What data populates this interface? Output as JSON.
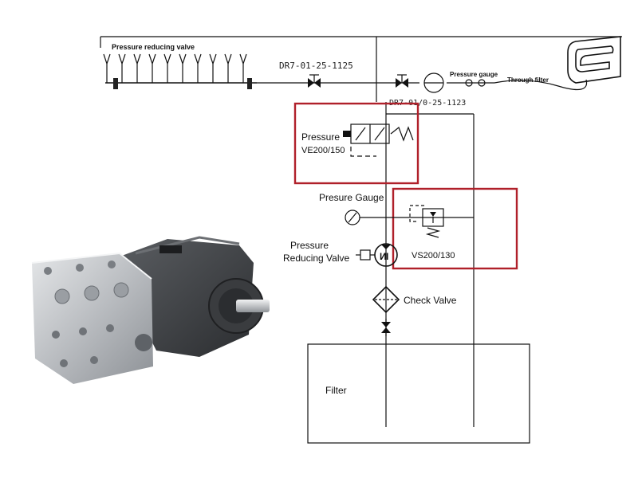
{
  "labels": {
    "pressure_reducing_valve_top": "Pressure reducing valve",
    "code_top_left": "DR7-01-25-1125",
    "code_top_mid": "DR7-01/0-25-1123",
    "pressure_gauge_top": "Pressure gauge",
    "through_filter": "Through filter",
    "pressure_valve": "Pressure",
    "ve_code": "VE200/150",
    "presure_gauge": "Presure Gauge",
    "pressure_reducing_1": "Pressure",
    "pressure_reducing_2": "Reducing Valve",
    "vs_code": "VS200/130",
    "check_valve": "Check Valve",
    "filter": "Filter"
  },
  "colors": {
    "highlight": "#b0202a",
    "line": "#111111"
  },
  "icons": [
    "pump-photo",
    "gauge-icon",
    "motor-symbol",
    "check-valve-symbol",
    "gate-valve-symbol",
    "relief-valve-symbol",
    "directional-valve-symbol",
    "hose-reel-symbol"
  ]
}
